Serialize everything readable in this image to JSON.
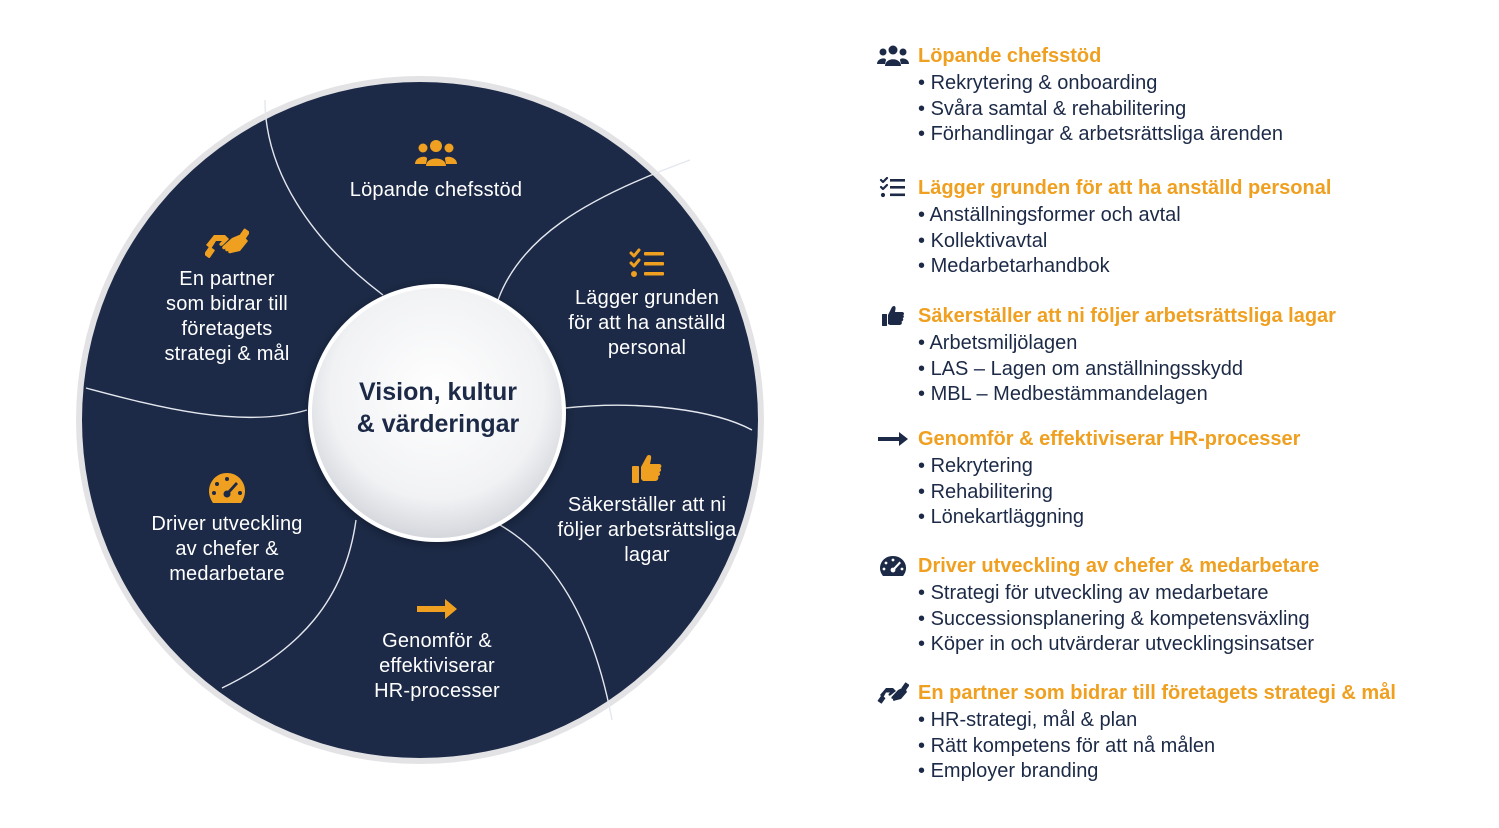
{
  "colors": {
    "navy": "#1c2a47",
    "accent": "#f0a020",
    "divider": "#e4e7ee",
    "white": "#ffffff"
  },
  "center": {
    "line1": "Vision, kultur",
    "line2": "& värderingar"
  },
  "segments": [
    {
      "icon": "people-group-icon",
      "lines": [
        "Löpande chefsstöd"
      ]
    },
    {
      "icon": "checklist-icon",
      "lines": [
        "Lägger grunden",
        "för att ha anställd",
        "personal"
      ]
    },
    {
      "icon": "thumbs-up-icon",
      "lines": [
        "Säkerställer att ni",
        "följer arbetsrättsliga",
        "lagar"
      ]
    },
    {
      "icon": "arrow-right-icon",
      "lines": [
        "Genomför &",
        "effektiviserar",
        "HR-processer"
      ]
    },
    {
      "icon": "speedometer-icon",
      "lines": [
        "Driver utveckling",
        "av chefer &",
        "medarbetare"
      ]
    },
    {
      "icon": "handshake-icon",
      "lines": [
        "En partner",
        "som bidrar till",
        "företagets",
        "strategi & mål"
      ]
    }
  ],
  "list": [
    {
      "icon": "people-group-icon",
      "title": "Löpande chefsstöd",
      "items": [
        "Rekrytering & onboarding",
        "Svåra samtal & rehabilitering",
        "Förhandlingar & arbetsrättsliga ärenden"
      ]
    },
    {
      "icon": "checklist-icon",
      "title": "Lägger grunden för att ha anställd personal",
      "items": [
        "Anställningsformer och avtal",
        "Kollektivavtal",
        "Medarbetarhandbok"
      ]
    },
    {
      "icon": "thumbs-up-icon",
      "title": "Säkerställer att ni följer arbetsrättsliga lagar",
      "items": [
        "Arbetsmiljölagen",
        "LAS – Lagen om anställningsskydd",
        "MBL – Medbestämmandelagen"
      ]
    },
    {
      "icon": "arrow-right-icon",
      "title": "Genomför & effektiviserar HR-processer",
      "items": [
        "Rekrytering",
        "Rehabilitering",
        "Lönekartläggning"
      ]
    },
    {
      "icon": "speedometer-icon",
      "title": "Driver utveckling av chefer & medarbetare",
      "items": [
        "Strategi för utveckling av medarbetare",
        "Successionsplanering & kompetensväxling",
        "Köper in och utvärderar utvecklingsinsatser"
      ]
    },
    {
      "icon": "handshake-icon",
      "title": "En partner som bidrar till företagets strategi & mål",
      "items": [
        "HR-strategi, mål & plan",
        "Rätt kompetens för att nå målen",
        "Employer branding"
      ]
    }
  ]
}
